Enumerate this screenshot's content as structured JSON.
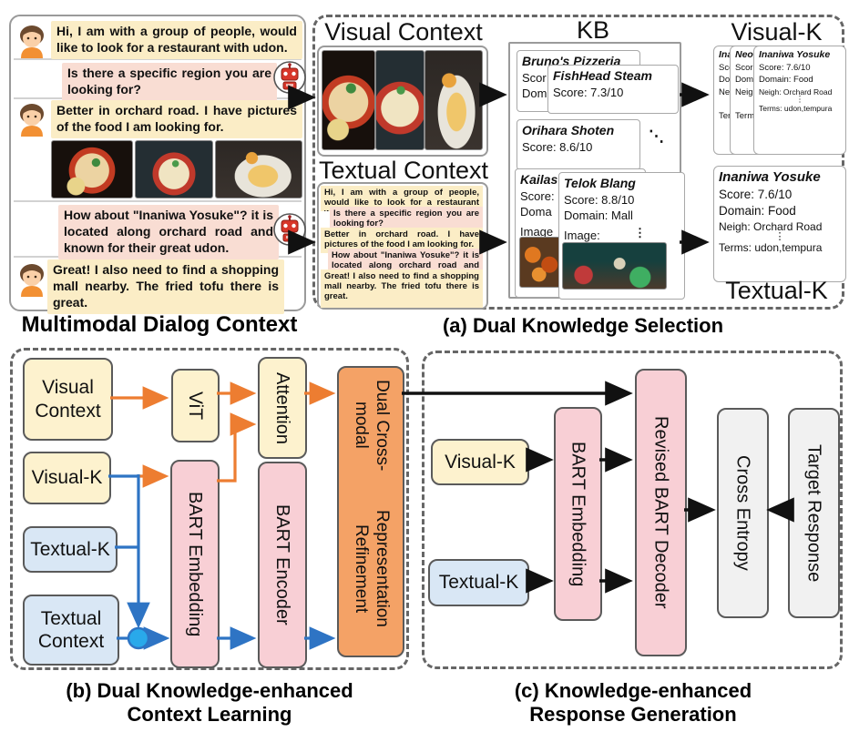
{
  "dialog": {
    "caption": "Multimodal Dialog Context",
    "turns": [
      {
        "speaker": "user",
        "text": "Hi, I am with a group of people, would like to look for a restaurant with udon."
      },
      {
        "speaker": "bot",
        "text": "Is there a specific region you are looking for?"
      },
      {
        "speaker": "user",
        "text": "Better in orchard road. I have pictures of the food I am looking for.",
        "images": [
          "udon-noodle-bowl",
          "noodle-soup-bowl",
          "tempura-shrimp-plate"
        ]
      },
      {
        "speaker": "bot",
        "text": "How about \"Inaniwa Yosuke\"? it is located along orchard road and known for their great udon."
      },
      {
        "speaker": "user",
        "text": "Great! I also need to find a shopping mall nearby. The fried tofu there is great."
      }
    ]
  },
  "panel_a": {
    "caption": "(a) Dual Knowledge Selection",
    "visual_context": {
      "title": "Visual Context",
      "images": [
        "udon-noodle-bowl",
        "noodle-soup-bowl",
        "tempura-shrimp-plate"
      ]
    },
    "textual_context": {
      "title": "Textual Context"
    },
    "kb": {
      "title": "KB",
      "ellipsis_diag": "⋱",
      "ellipsis_vert": "⋮",
      "cards": [
        {
          "name": "Bruno's Pizzeria",
          "line1": "Scor",
          "line2": "Dom"
        },
        {
          "name": "FishHead Steam",
          "line1": "Score: 7.3/10"
        },
        {
          "name": "Orihara Shoten",
          "line1": "Score: 8.6/10"
        },
        {
          "name": "Kailas",
          "line1": "Score:",
          "line2": "Doma",
          "line3": "Image",
          "image": "fried-snack-photo"
        },
        {
          "name": "Telok Blang",
          "line1": "Score: 8.8/10",
          "line2": "Domain: Mall",
          "line3": "Image:",
          "image": "street-market-photo"
        }
      ]
    },
    "visual_k": {
      "title": "Visual-K",
      "back_card": {
        "name": "Inan",
        "line1": "Scor",
        "line2": "Dom",
        "line3": "Neig",
        "line4": "Tern"
      },
      "mid_card": {
        "name": "Neo",
        "line1": "Score",
        "line2": "Dom",
        "line3": "Neig",
        "line4": "Term"
      },
      "front_card": {
        "name": "Inaniwa Yosuke",
        "score": "Score: 7.6/10",
        "domain": "Domain: Food",
        "neigh": "Neigh: Orchard Road",
        "dots": "⋮",
        "terms": "Terms: udon,tempura"
      }
    },
    "textual_k": {
      "title": "Textual-K",
      "card": {
        "name": "Inaniwa Yosuke",
        "score": "Score: 7.6/10",
        "domain": "Domain: Food",
        "neigh": "Neigh: Orchard Road",
        "dots": "⋮",
        "terms": "Terms: udon,tempura"
      }
    }
  },
  "panel_b": {
    "caption_line1": "(b) Dual Knowledge-enhanced",
    "caption_line2": "Context Learning",
    "boxes": {
      "visual_context": "Visual Context",
      "vit": "ViT",
      "attention": "Attention",
      "visual_k": "Visual-K",
      "bart_embedding": "BART Embedding",
      "textual_k": "Textual-K",
      "bart_encoder": "BART Encoder",
      "textual_context": "Textual Context",
      "dcrr_line1": "Dual Cross-modal",
      "dcrr_line2": "Representation Refinement"
    }
  },
  "panel_c": {
    "caption_line1": "(c) Knowledge-enhanced",
    "caption_line2": "Response Generation",
    "boxes": {
      "visual_k": "Visual-K",
      "textual_k": "Textual-K",
      "bart_embedding": "BART Embedding",
      "revised_bart_decoder": "Revised BART Decoder",
      "cross_entropy": "Cross Entropy",
      "target_response": "Target Response"
    }
  },
  "colors": {
    "orange_arrow": "#ED7D31",
    "blue_arrow": "#2E74C4",
    "black_arrow": "#111111",
    "merge_circle": "#29A9EA",
    "user_bubble": "#FBEDC6",
    "bot_bubble": "#F9DDD3",
    "yellow_box": "#FDF2CE",
    "blue_box": "#D9E7F5",
    "pink_box": "#F8CFD5",
    "orange_box": "#F4A266",
    "gray_box": "#F1F1F1"
  }
}
